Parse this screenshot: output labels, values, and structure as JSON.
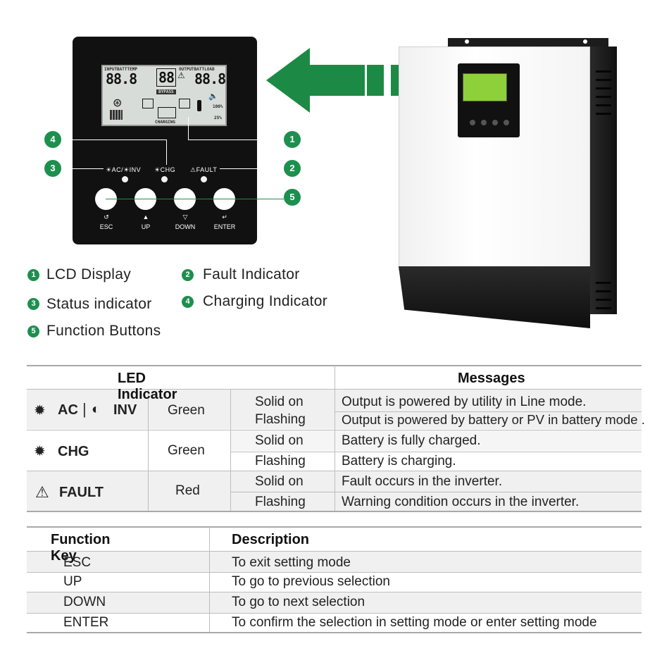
{
  "panel": {
    "lcd": {
      "top_left_label": "INPUTBATTTEMP",
      "top_right_label": "OUTPUTBATTLOAD",
      "left_digits": "88.8",
      "mid_digits": "88",
      "right_digits": "88.8",
      "bypass": "BYPASS",
      "charging": "CHARGING",
      "pct_100": "100%",
      "pct_25": "25%"
    },
    "labels": {
      "ac_inv": "☀AC/☀INV",
      "chg": "☀CHG",
      "fault": "⚠FAULT"
    },
    "buttons": [
      {
        "symbol": "↺",
        "label": "ESC"
      },
      {
        "symbol": "▲",
        "label": "UP"
      },
      {
        "symbol": "▽",
        "label": "DOWN"
      },
      {
        "symbol": "↵",
        "label": "ENTER"
      }
    ],
    "callouts": [
      "1",
      "2",
      "3",
      "4",
      "5"
    ]
  },
  "legend": [
    {
      "num": "1",
      "text": "LCD Display"
    },
    {
      "num": "2",
      "text": "Fault Indicator"
    },
    {
      "num": "3",
      "text": "Status indicator"
    },
    {
      "num": "4",
      "text": "Charging Indicator"
    },
    {
      "num": "5",
      "text": "Function Buttons"
    }
  ],
  "led_table": {
    "headers": {
      "led": "LED Indicator",
      "messages": "Messages"
    },
    "groups": [
      {
        "name_a": "AC",
        "sep": "|",
        "name_b": "INV",
        "color": "Green",
        "rows": [
          {
            "state": "Solid on",
            "message": "Output is powered by utility in Line mode."
          },
          {
            "state": "Flashing",
            "message": "Output is powered by battery or PV in battery mode ."
          }
        ]
      },
      {
        "name_a": "CHG",
        "color": "Green",
        "rows": [
          {
            "state": "Solid on",
            "message": "Battery is fully charged."
          },
          {
            "state": "Flashing",
            "message": "Battery is charging."
          }
        ]
      },
      {
        "name_a": "FAULT",
        "color": "Red",
        "rows": [
          {
            "state": "Solid on",
            "message": "Fault occurs in the inverter."
          },
          {
            "state": "Flashing",
            "message": "Warning condition occurs in the inverter."
          }
        ]
      }
    ]
  },
  "function_table": {
    "headers": {
      "key": "Function Key",
      "description": "Description"
    },
    "rows": [
      {
        "key": "ESC",
        "description": "To exit setting mode"
      },
      {
        "key": "UP",
        "description": "To go to previous selection"
      },
      {
        "key": "DOWN",
        "description": "To go to next selection"
      },
      {
        "key": "ENTER",
        "description": "To confirm the selection in setting mode or enter setting mode"
      }
    ]
  },
  "colors": {
    "accent_green": "#1d8f4e",
    "arrow_green": "#1c8a45",
    "inverter_lcd": "#8ed03a"
  }
}
